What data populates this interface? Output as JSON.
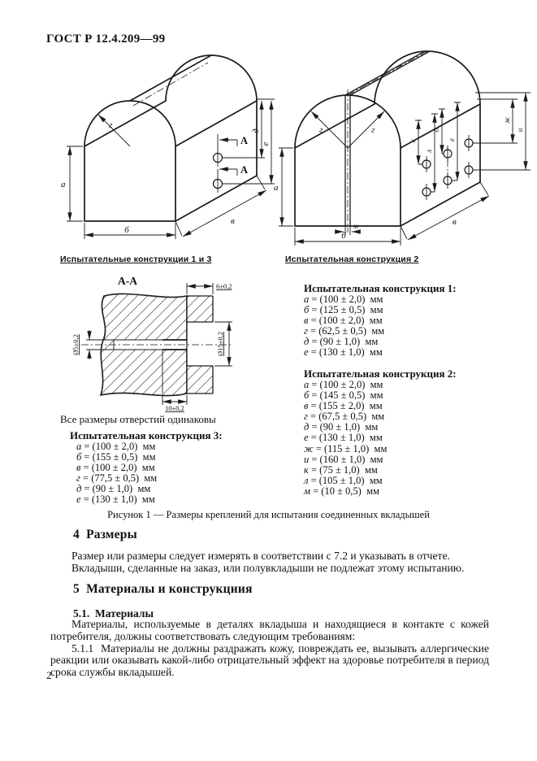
{
  "header": {
    "doc_number": "ГОСТ Р 12.4.209—99"
  },
  "figure": {
    "drawing1": {
      "caption": "Испытательные конструкции 1 и 3",
      "labels": {
        "a": "а",
        "b": "б",
        "v": "в",
        "g": "г",
        "d": "д",
        "e": "е",
        "section_mark": "А"
      }
    },
    "drawing2": {
      "caption": "Испытательная конструкция 2",
      "labels": {
        "a": "а",
        "b": "б",
        "v": "в",
        "g": "г",
        "d": "д",
        "e": "е",
        "zh": "ж",
        "i": "и",
        "k": "к",
        "l": "л",
        "m": "м"
      }
    },
    "section_view": {
      "title": "А-А",
      "dim_hole": "Ø5±0,2",
      "dim_top": "6±0,2",
      "dim_bore": "Ø15±0,2",
      "dim_bottom": "10±0,2"
    },
    "note": "Все размеры отверстий одинаковы",
    "spec1": {
      "title": "Испытательная конструкция 1:",
      "items": [
        "а = (100 ± 2,0)  мм",
        "б = (125 ± 0,5)  мм",
        "в = (100 ± 2,0)  мм",
        "г = (62,5 ± 0,5)  мм",
        "д = (90 ± 1,0)  мм",
        "е = (130 ± 1,0)  мм"
      ]
    },
    "spec2": {
      "title": "Испытательная конструкция 2:",
      "items": [
        "а = (100 ± 2,0)  мм",
        "б = (145 ± 0,5)  мм",
        "в = (155 ± 2,0)  мм",
        "г = (67,5 ± 0,5)  мм",
        "д = (90 ± 1,0)  мм",
        "е = (130 ± 1,0)  мм",
        "ж = (115 ± 1,0)  мм",
        "и = (160 ± 1,0)  мм",
        "к = (75 ± 1,0)  мм",
        "л = (105 ± 1,0)  мм",
        "м = (10 ± 0,5)  мм"
      ]
    },
    "spec3": {
      "title": "Испытательная конструкция 3:",
      "items": [
        "а = (100 ± 2,0)  мм",
        "б = (155 ± 0,5)  мм",
        "в = (100 ± 2,0)  мм",
        "г = (77,5 ± 0,5)  мм",
        "д = (90 ± 1,0)  мм",
        "е = (130 ± 1,0)  мм"
      ]
    },
    "caption": "Рисунок 1 — Размеры креплений для испытания соединенных вкладышей"
  },
  "section4": {
    "heading": "4  Размеры",
    "para1": "Размер или размеры следует измерять в соответствии с 7.2 и указывать в отчете.",
    "para2": "Вкладыши, сделанные на заказ, или полувкладыши не подлежат этому испытанию."
  },
  "section5": {
    "heading": "5  Материалы и конструкциия",
    "sub_heading": "5.1.  Материалы",
    "para1": "Материалы, используемые в деталях вкладыша и находящиеся в контакте с кожей потребителя, должны соответствовать следующим требованиям:",
    "para2": "5.1.1  Материалы не должны раздражать кожу, повреждать ее, вызывать аллергические реакции или оказывать какой-либо отрицательный эффект на здоровье потребителя в период срока службы вкладышей."
  },
  "page_number": "2"
}
